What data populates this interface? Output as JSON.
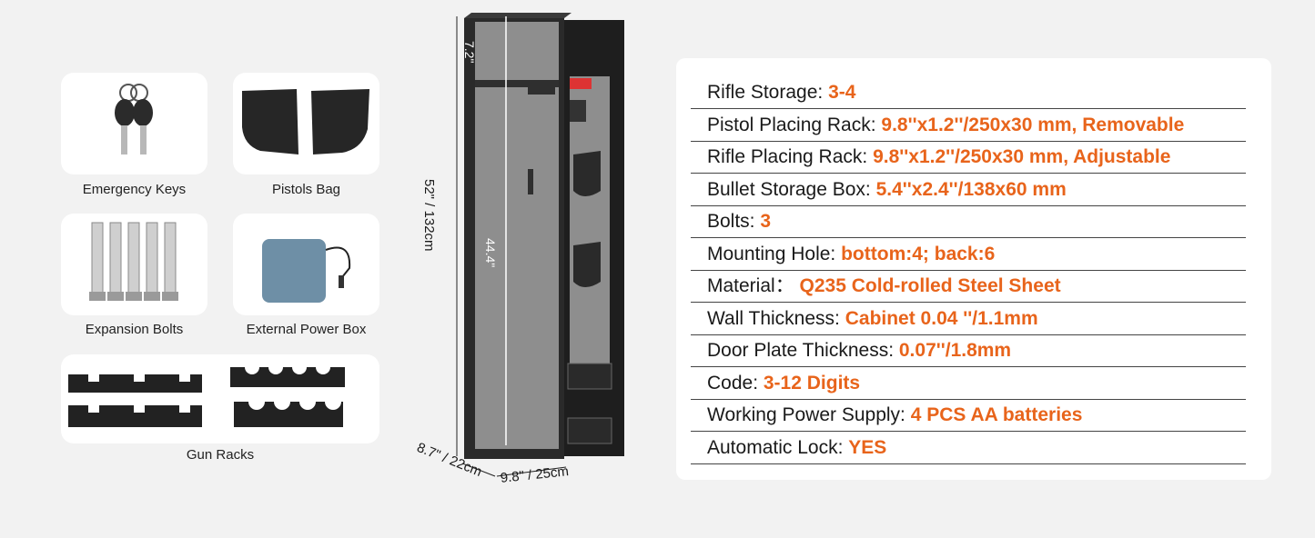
{
  "accessories": [
    {
      "name": "Emergency Keys"
    },
    {
      "name": "Pistols Bag"
    },
    {
      "name": "Expansion Bolts"
    },
    {
      "name": "External Power Box"
    },
    {
      "name": "Gun Racks"
    }
  ],
  "dimensions": {
    "top_inner": "7.2\"",
    "height": "52\" / 132cm",
    "inner_height": "44.4\"",
    "depth": "8.7\" / 22cm",
    "width": "9.8\" / 25cm"
  },
  "specs": [
    {
      "label": "Rifle Storage: ",
      "value": "3-4"
    },
    {
      "label": "Pistol Placing Rack: ",
      "value": "9.8''x1.2''/250x30 mm, Removable"
    },
    {
      "label": "Rifle Placing Rack: ",
      "value": "9.8''x1.2''/250x30 mm, Adjustable"
    },
    {
      "label": "Bullet Storage Box: ",
      "value": "5.4''x2.4''/138x60 mm"
    },
    {
      "label": "Bolts: ",
      "value": "3"
    },
    {
      "label": "Mounting Hole: ",
      "value": "bottom:4; back:6"
    },
    {
      "label": "Material： ",
      "value": "Q235 Cold-rolled Steel Sheet"
    },
    {
      "label": "Wall Thickness: ",
      "value": "Cabinet 0.04 ''/1.1mm"
    },
    {
      "label": "Door Plate Thickness: ",
      "value": "0.07''/1.8mm"
    },
    {
      "label": "Code: ",
      "value": "3-12 Digits"
    },
    {
      "label": "Working Power Supply: ",
      "value": "4 PCS AA batteries"
    },
    {
      "label": "Automatic Lock: ",
      "value": "YES"
    }
  ],
  "colors": {
    "accent": "#e8641b",
    "background": "#f2f2f2",
    "safe_body": "#2a2a2a",
    "felt": "#8e8e8e"
  }
}
